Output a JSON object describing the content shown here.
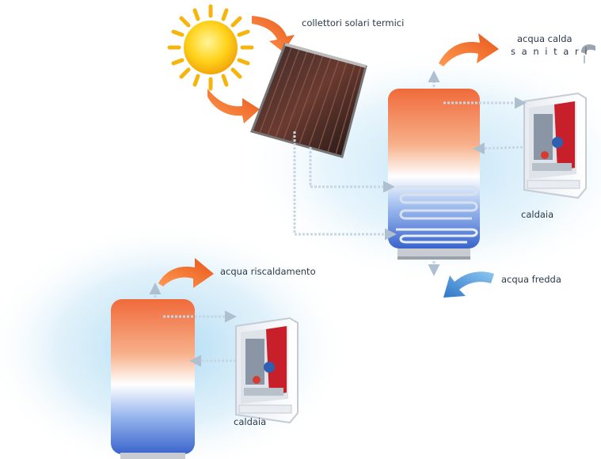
{
  "labels": {
    "collectors": "collettori solari termici",
    "hot_water_line1": "acqua calda",
    "hot_water_line2": "s a n i t a r i",
    "boiler_top": "caldaia",
    "cold_water": "acqua fredda",
    "heating_water": "acqua riscaldamento",
    "boiler_bottom": "caldaia"
  },
  "colors": {
    "tank_hot": "#f07a45",
    "tank_cold": "#3a6fd0",
    "arrow_hot": "#f07a30",
    "arrow_cold": "#3f8fd6",
    "sun": "#ffd21a",
    "boiler_red": "#c8202a",
    "pipe": "#c8d6e4"
  },
  "icons": [
    "sun-icon",
    "solar-collector-icon",
    "storage-tank-icon",
    "boiler-icon",
    "faucet-icon",
    "flow-arrow-icon"
  ]
}
